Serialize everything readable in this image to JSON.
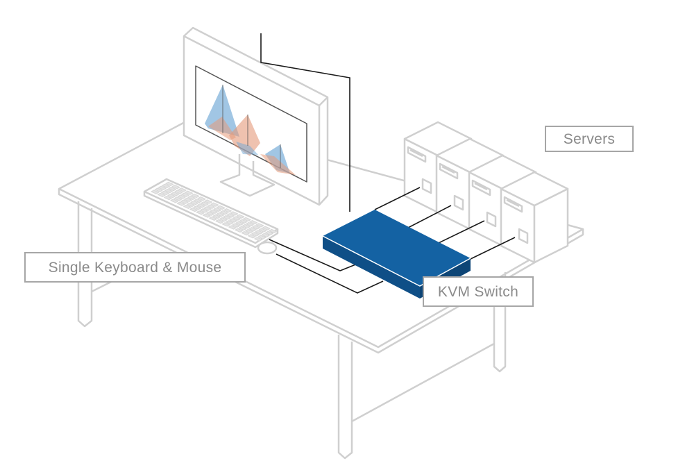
{
  "labels": {
    "servers": "Servers",
    "keyboard_mouse": "Single Keyboard & Mouse",
    "kvm_switch": "KVM Switch"
  },
  "colors": {
    "outline": "#cfcfcf",
    "cable": "#1a1a1a",
    "kvm_top": "#1462a3",
    "kvm_side": "#0f4f87",
    "chart_blue": "#6fa8d6",
    "chart_orange": "#e59a7a",
    "label_border": "#a6a6a6",
    "label_text": "#8a8a8a"
  },
  "icons": {
    "desk": "desk-illustration",
    "monitor": "monitor-icon",
    "keyboard": "keyboard-icon",
    "mouse": "mouse-icon",
    "servers": "server-tower-icon",
    "kvm": "kvm-switch-icon"
  }
}
